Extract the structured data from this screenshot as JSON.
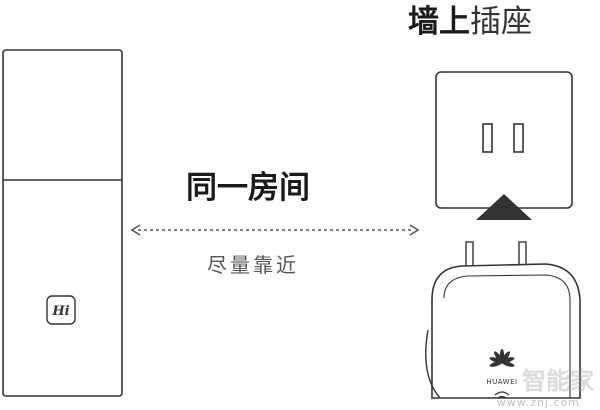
{
  "heading": {
    "part1": "墙上",
    "part2": "插座"
  },
  "labels": {
    "same_room": "同一房间",
    "move_closer": "尽量靠近"
  },
  "devices": {
    "router_button_text": "Hi",
    "plug_brand_text": "HUAWEI"
  },
  "watermark": {
    "text": "智能家",
    "url": "www.znj.com"
  },
  "colors": {
    "line": "#333333",
    "arrow": "#555555",
    "fill": "#ffffff",
    "triangle": "#333333"
  }
}
